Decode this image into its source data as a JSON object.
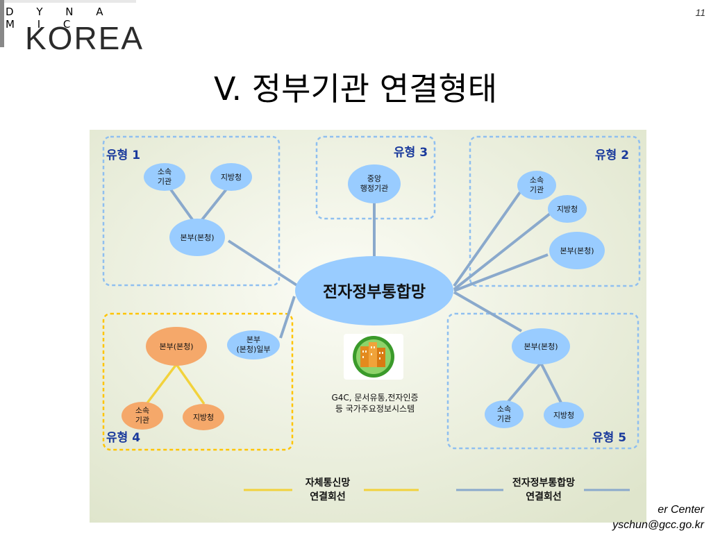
{
  "logo": {
    "top": "D Y N A M I C",
    "main": "KOREA"
  },
  "page_number": "11",
  "title": "V. 정부기관 연결형태",
  "diagram": {
    "center": "전자정부통합망",
    "types": {
      "t1": "유형 1",
      "t2": "유형 2",
      "t3": "유형 3",
      "t4": "유형 4",
      "t5": "유형 5"
    },
    "nodes": {
      "t1_affiliate_1": "소속",
      "t1_affiliate_2": "기관",
      "t1_regional": "지방청",
      "t1_hq": "본부(본청)",
      "t3_central_1": "중앙",
      "t3_central_2": "행정기관",
      "t2_affiliate_1": "소속",
      "t2_affiliate_2": "기관",
      "t2_regional": "지방청",
      "t2_hq": "본부(본청)",
      "t4_hq": "본부(본청)",
      "t4_hqpart_1": "본부",
      "t4_hqpart_2": "(본청)일부",
      "t4_affiliate_1": "소속",
      "t4_affiliate_2": "기관",
      "t4_regional": "지방청",
      "t5_hq": "본부(본청)",
      "t5_affiliate_1": "소속",
      "t5_affiliate_2": "기관",
      "t5_regional": "지방청"
    },
    "system_1": "G4C, 문서유통,전자인증",
    "system_2": "등 국가주요정보시스템",
    "legend": {
      "own_1": "자체통신망",
      "own_2": "연결회선",
      "gov_1": "전자정부통합망",
      "gov_2": "연결회선"
    },
    "colors": {
      "panel": "#e6ead8",
      "blue_node": "#99ccff",
      "orange_node": "#f5a86a",
      "blue_line": "#8aa9cc",
      "yellow_line": "#f2d23c",
      "blue_dash": "#8fbff0",
      "orange_dash": "#ffc400",
      "type_label": "#1a3a9c"
    }
  },
  "footer": {
    "line1": "er Center",
    "line2": "yschun@gcc.go.kr"
  }
}
